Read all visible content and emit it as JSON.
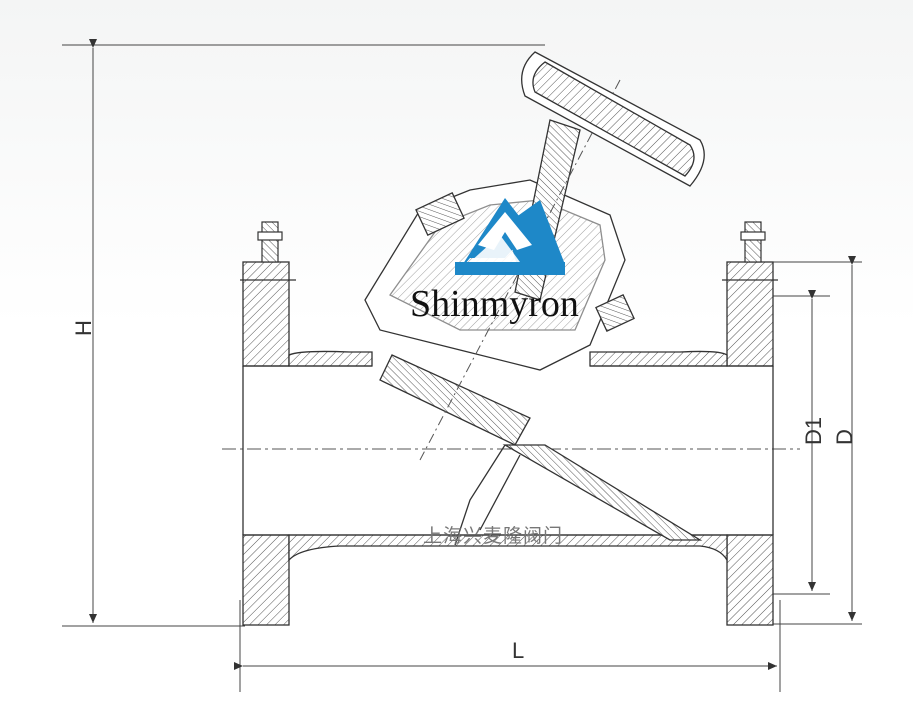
{
  "drawing": {
    "dimension_labels": {
      "height": "H",
      "length": "L",
      "bore": "D1",
      "flange": "D"
    }
  },
  "watermark": {
    "brand_name": "Shinmyron",
    "chinese_text": "上海兴麦隆阀门",
    "logo_color": "#1e88c8"
  },
  "colors": {
    "line": "#3a3a3a",
    "hatch": "#555555"
  }
}
